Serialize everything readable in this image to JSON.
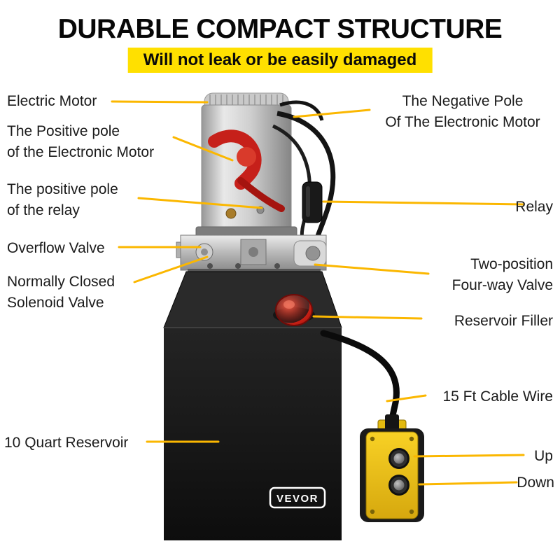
{
  "header": {
    "title": "DURABLE COMPACT STRUCTURE",
    "banner": "Will not leak or be easily damaged"
  },
  "labels": {
    "electric_motor": [
      "Electric Motor"
    ],
    "positive_pole_motor": [
      "The Positive pole",
      "of the Electronic Motor"
    ],
    "positive_pole_relay": [
      "The positive pole",
      "of the relay"
    ],
    "overflow_valve": [
      "Overflow Valve"
    ],
    "solenoid_valve": [
      "Normally Closed",
      "Solenoid Valve"
    ],
    "quart_reservoir": [
      "10 Quart Reservoir"
    ],
    "negative_pole_motor": [
      "The Negative Pole",
      "Of The Electronic Motor"
    ],
    "relay": [
      "Relay"
    ],
    "four_way_valve": [
      "Two-position",
      "Four-way Valve"
    ],
    "reservoir_filler": [
      "Reservoir Filler"
    ],
    "cable_wire": [
      "15 Ft Cable Wire"
    ],
    "up": [
      "Up"
    ],
    "down": [
      "Down"
    ]
  },
  "product": {
    "brand": "VEVOR"
  },
  "colors": {
    "banner_bg": "#FFE000",
    "leader_line": "#FBB700",
    "reservoir": "#161616",
    "filler_cap": "#C01D13",
    "remote": "#F0C414"
  }
}
